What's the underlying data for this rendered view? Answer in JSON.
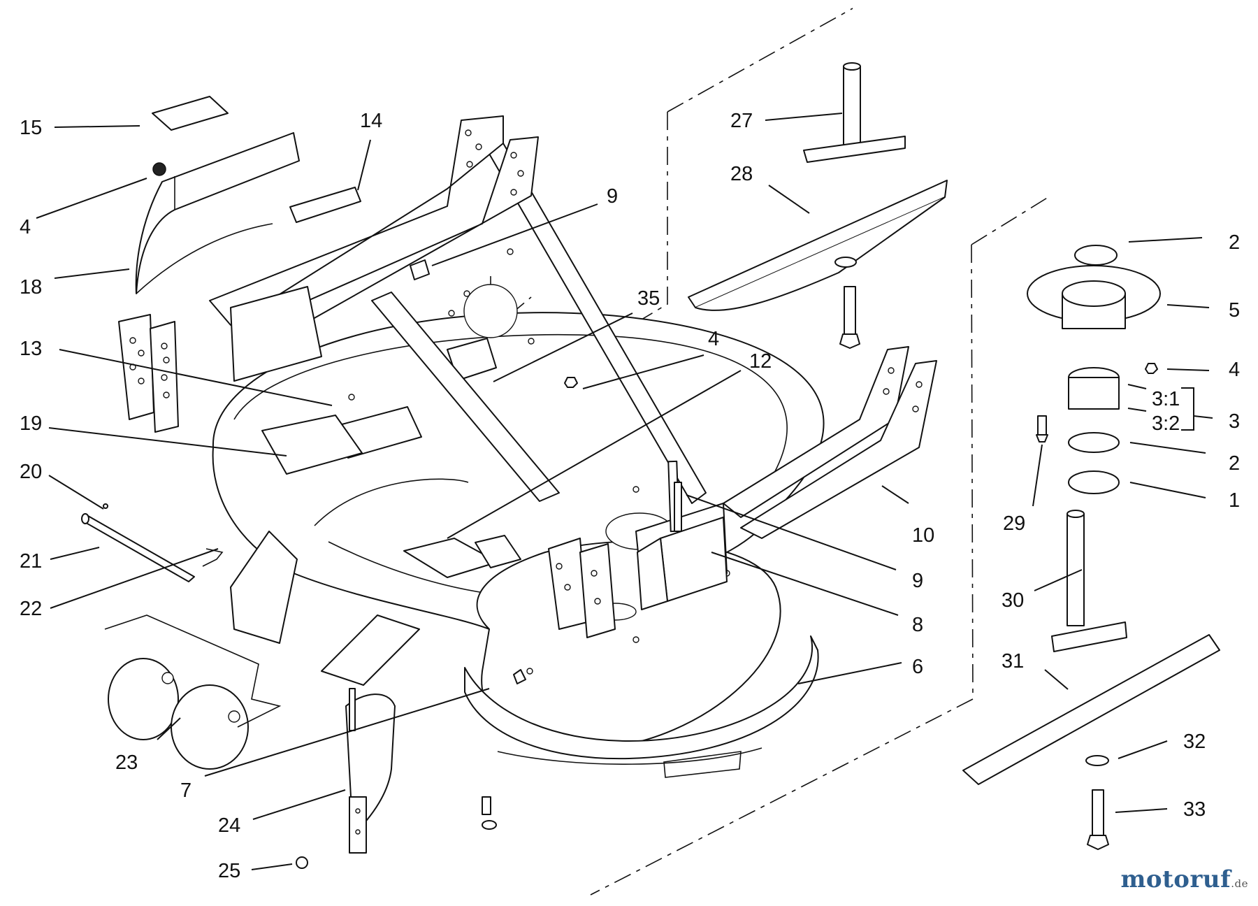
{
  "callouts": [
    {
      "id": "c15",
      "text": "15"
    },
    {
      "id": "c14",
      "text": "14"
    },
    {
      "id": "c4a",
      "text": "4"
    },
    {
      "id": "c18",
      "text": "18"
    },
    {
      "id": "c13",
      "text": "13"
    },
    {
      "id": "c19",
      "text": "19"
    },
    {
      "id": "c20",
      "text": "20"
    },
    {
      "id": "c21",
      "text": "21"
    },
    {
      "id": "c22",
      "text": "22"
    },
    {
      "id": "c23",
      "text": "23"
    },
    {
      "id": "c7",
      "text": "7"
    },
    {
      "id": "c24",
      "text": "24"
    },
    {
      "id": "c25",
      "text": "25"
    },
    {
      "id": "c9a",
      "text": "9"
    },
    {
      "id": "c35",
      "text": "35"
    },
    {
      "id": "c4b",
      "text": "4"
    },
    {
      "id": "c12",
      "text": "12"
    },
    {
      "id": "c27",
      "text": "27"
    },
    {
      "id": "c28",
      "text": "28"
    },
    {
      "id": "c10",
      "text": "10"
    },
    {
      "id": "c9b",
      "text": "9"
    },
    {
      "id": "c8",
      "text": "8"
    },
    {
      "id": "c6",
      "text": "6"
    },
    {
      "id": "c2a",
      "text": "2"
    },
    {
      "id": "c5",
      "text": "5"
    },
    {
      "id": "c4c",
      "text": "4"
    },
    {
      "id": "c31a",
      "text": "3:1"
    },
    {
      "id": "c32a",
      "text": "3:2"
    },
    {
      "id": "c3",
      "text": "3"
    },
    {
      "id": "c2b",
      "text": "2"
    },
    {
      "id": "c1",
      "text": "1"
    },
    {
      "id": "c29",
      "text": "29"
    },
    {
      "id": "c30",
      "text": "30"
    },
    {
      "id": "c31",
      "text": "31"
    },
    {
      "id": "c32",
      "text": "32"
    },
    {
      "id": "c33",
      "text": "33"
    }
  ],
  "watermark": {
    "main": "motoruf",
    "tld": ".de"
  }
}
